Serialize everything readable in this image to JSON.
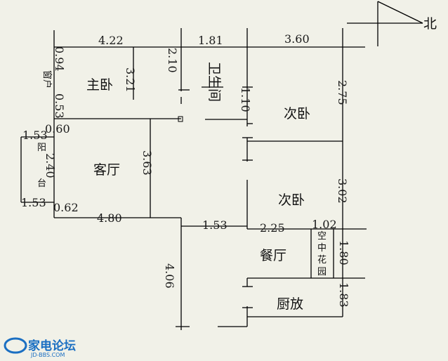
{
  "compass": {
    "label": "北"
  },
  "rooms": {
    "master_bedroom": "主卧",
    "bathroom": "卫生间",
    "second_bedroom_1": "次卧",
    "second_bedroom_2": "次卧",
    "living_room": "客厅",
    "dining_room": "餐厅",
    "kitchen": "厨放",
    "balcony_char_1": "阳",
    "balcony_char_2": "台",
    "bay_window": "窗户",
    "sky_garden": [
      "空",
      "中",
      "花",
      "园"
    ]
  },
  "dimensions": {
    "top_master": "4.22",
    "top_bath": "1.81",
    "top_east": "3.60",
    "master_left_upper": "0.94",
    "master_left_lower": "0.53",
    "master_left_step": "0.60",
    "master_depth": "3.21",
    "bath_upper": "2.10",
    "bath_lower": "1.10",
    "east_upper": "2.75",
    "east_lower": "3.02",
    "balcony_top": "1.53",
    "balcony_depth": "2.40",
    "balcony_bottom": "1.53",
    "living_bottom_left": "0.62",
    "living_depth": "3.63",
    "living_width": "4.80",
    "corridor": "1.53",
    "dining_width": "2.25",
    "garden_width": "1.02",
    "garden_depth": "1.80",
    "kitchen_depth": "1.83",
    "west_lower": "4.06"
  },
  "watermark": {
    "brand": "家电论坛",
    "site": "JD-BBS.COM"
  }
}
